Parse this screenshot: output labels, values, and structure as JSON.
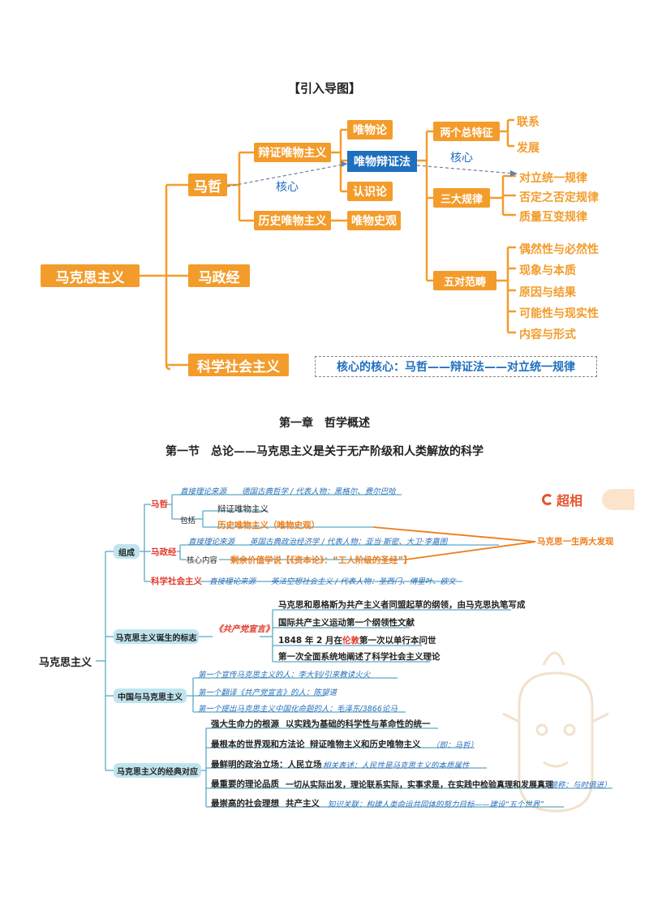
{
  "intro_title": "【引入导图】",
  "mindmap1": {
    "root": "马克思主义",
    "ma_zhe": "马哲",
    "ma_zheng_jing": "马政经",
    "ke_she": "科学社会主义",
    "bianzheng": "辩证唯物主义",
    "lishi": "历史唯物主义",
    "weiwulun": "唯物论",
    "weiwu_bianzheng": "唯物辩证法",
    "renshilun": "认识论",
    "weiwu_shiguan": "唯物史观",
    "hexin1": "核心",
    "hexin2": "核心",
    "liangge": "两个总特征",
    "lianxi": "联系",
    "fazhan": "发展",
    "sanda": "三大规律",
    "dui_li": "对立统一规律",
    "fouding": "否定之否定规律",
    "zhiliang": "质量互变规律",
    "wudui": "五对范畴",
    "ouran": "偶然性与必然性",
    "xianxiang": "现象与本质",
    "yuanyin": "原因与结果",
    "keneng": "可能性与现实性",
    "neirong": "内容与形式",
    "core_summary": "核心的核心：马哲——辩证法——对立统一规律"
  },
  "chapter_title": "第一章　哲学概述",
  "section_title": "第一节　总论——马克思主义是关于无产阶级和人类解放的科学",
  "logo_text": "超相",
  "mindmap2": {
    "root": "马克思主义",
    "zucheng": "组成",
    "mazhe": "马哲",
    "mazhe_source": "直接理论来源　　德国古典哲学 / 代表人物：黑格尔、费尔巴哈",
    "baokuo": "包括",
    "bianzheng": "辩证唯物主义",
    "lishi": "历史唯物主义（唯物史观）",
    "mazhengjing": "马政经",
    "mazhengjing_source": "直接理论来源　　英国古典政治经济学 / 代表人物：亚当·斯密、大卫·李嘉图",
    "hexin_neirong": "核心内容",
    "shengyu": "剩余价值学说【《资本论》：“工人阶级的圣经”】",
    "two_findings": "马克思一生两大发现",
    "kexue": "科学社会主义",
    "kexue_source": "直接理论来源　　英法空想社会主义 / 代表人物：圣西门、傅里叶、欧文",
    "dansheng": "马克思主义诞生的标志",
    "manifesto": "《共产党宣言》",
    "m1": "马克思和恩格斯为共产主义者同盟起草的纲领，由马克思执笔写成",
    "m2": "国际共产主义运动第一个纲领性文献",
    "m3a": "1848 年 2 月在",
    "m3b": "伦敦",
    "m3c": "第一次以单行本问世",
    "m4": "第一次全面系统地阐述了科学社会主义理论",
    "zhongguo": "中国与马克思主义",
    "c1": "第一个宣传马克思主义的人：李大钊/引来教读火火",
    "c2": "第一个翻译《共产党宣言》的人：陈望道",
    "c3": "第一个提出马克思主义中国化命题的人：毛泽东/3866论马",
    "jingdian": "马克思主义的经典对应",
    "j1a": "强大生命力的根源",
    "j1b": "以实践为基础的科学性与革命性的统一",
    "j2a": "最根本的世界观和方法论",
    "j2b": "辩证唯物主义和历史唯物主义",
    "j2c": "（即：马哲）",
    "j3a": "最鲜明的政治立场：人民立场",
    "j3b": "相关表述：人民性是马克思主义的本质属性",
    "j4a": "最重要的理论品质",
    "j4b": "一切从实际出发，理论联系实际，实事求是，在实践中检验真理和发展真理",
    "j4c": "（简称：与时俱进）",
    "j5a": "最崇高的社会理想",
    "j5b": "共产主义",
    "j5c": "知识关联：构建人类命运共同体的努力目标——建设“五个世界”"
  },
  "colors": {
    "orange": "#f39c2b",
    "blue": "#1f6fbf",
    "teal_pill": "#bfe4ee",
    "red": "#e03a2a"
  }
}
